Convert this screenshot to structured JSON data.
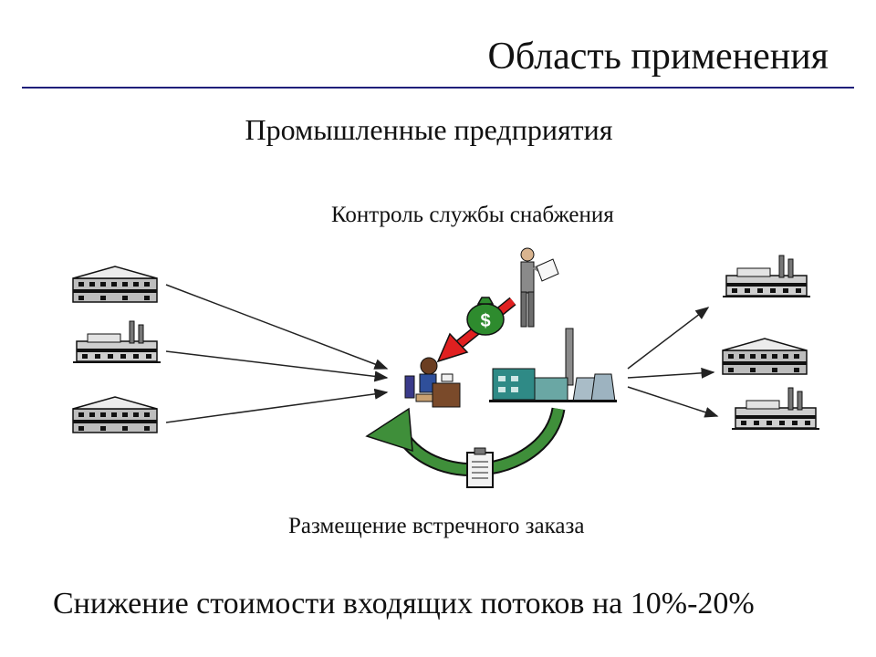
{
  "slide": {
    "title": "Область применения",
    "subtitle": "Промышленные предприятия",
    "control_label": "Контроль службы снабжения",
    "counter_order_label": "Размещение встречного заказа",
    "bottom_text": "Снижение стоимости входящих потоков на 10%-20%"
  },
  "icons": {
    "supplier_left": "factory-icon",
    "consumer_right": "factory-icon",
    "manager": "businessman-icon",
    "desk_worker": "desk-worker-icon",
    "plant": "industrial-plant-icon",
    "money": "money-bag-icon",
    "document": "clipboard-icon",
    "dollar_sign": "$"
  },
  "colors": {
    "title_rule": "#1f1f7a",
    "red_arrow": "#e02020",
    "green_arrow": "#3f8f3a",
    "money_bag": "#2e8b2e"
  }
}
